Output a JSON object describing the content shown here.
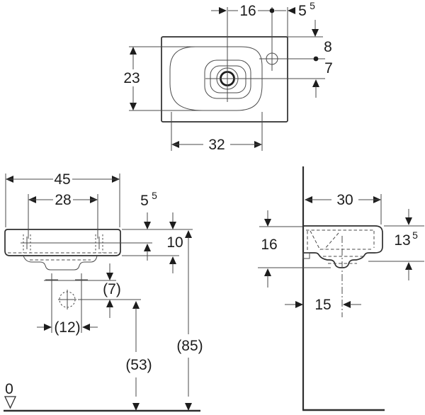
{
  "views": {
    "top": {
      "dims": {
        "d16": "16",
        "d55_base": "5",
        "d55_sup": "5",
        "d8": "8",
        "d7": "7",
        "d23": "23",
        "d32": "32"
      }
    },
    "front": {
      "dims": {
        "d45": "45",
        "d28": "28",
        "d55_base": "5",
        "d55_sup": "5",
        "d10": "10",
        "d7p": "(7)",
        "d12p": "(12)",
        "d53p": "(53)",
        "d85p": "(85)",
        "datum": "0"
      }
    },
    "side": {
      "dims": {
        "d30": "30",
        "d16": "16",
        "d135_base": "13",
        "d135_sup": "5",
        "d15": "15"
      }
    }
  }
}
